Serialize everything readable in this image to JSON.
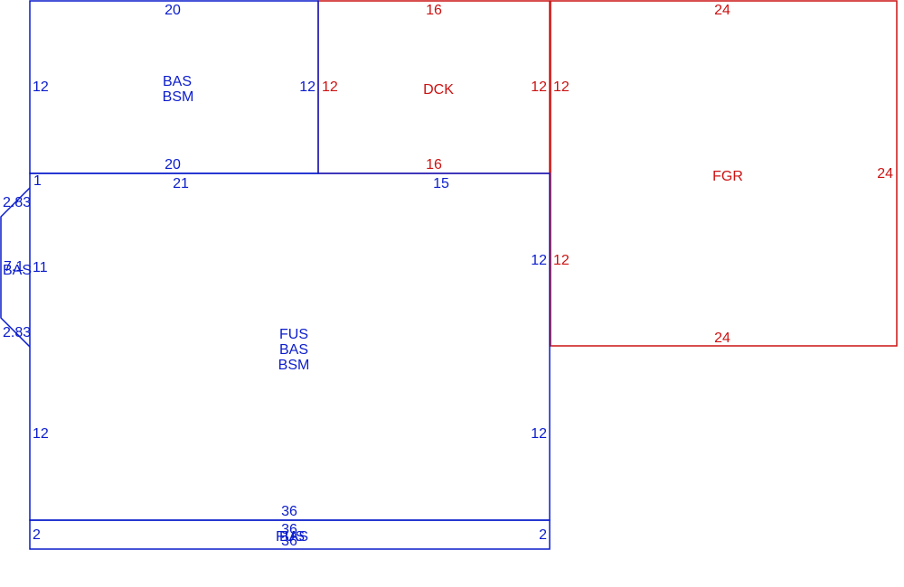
{
  "colors": {
    "blue": "#0a1ccc",
    "red": "#cc1212"
  },
  "areas": {
    "upper_bas_bsm": {
      "labels": [
        "BAS",
        "BSM"
      ],
      "dims": {
        "top": "20",
        "bottom": "20",
        "left": "12",
        "right": "12"
      }
    },
    "dck": {
      "labels": [
        "DCK"
      ],
      "dims": {
        "top": "16",
        "bottom": "16",
        "left": "12",
        "right": "12"
      }
    },
    "fgr": {
      "labels": [
        "FGR"
      ],
      "dims": {
        "top": "24",
        "bottom": "24",
        "left_upper": "12",
        "left_lower": "12",
        "right": "24"
      }
    },
    "main_fus": {
      "labels": [
        "FUS",
        "BAS",
        "BSM"
      ],
      "dims": {
        "top_left": "21",
        "top_right": "15",
        "corner_left": "1",
        "left_lower": "12",
        "right_lower": "12",
        "right_upper": "12",
        "bottom": "36"
      }
    },
    "bay": {
      "labels": [
        "BAS"
      ],
      "dims": {
        "upper": "2.83",
        "lower": "2.83",
        "front": "7.1",
        "depth": "11"
      }
    },
    "strip": {
      "labels": [
        "BAS",
        "FUS"
      ],
      "dims": {
        "top": "36",
        "bottom": "36",
        "left": "2",
        "right": "2"
      }
    }
  }
}
